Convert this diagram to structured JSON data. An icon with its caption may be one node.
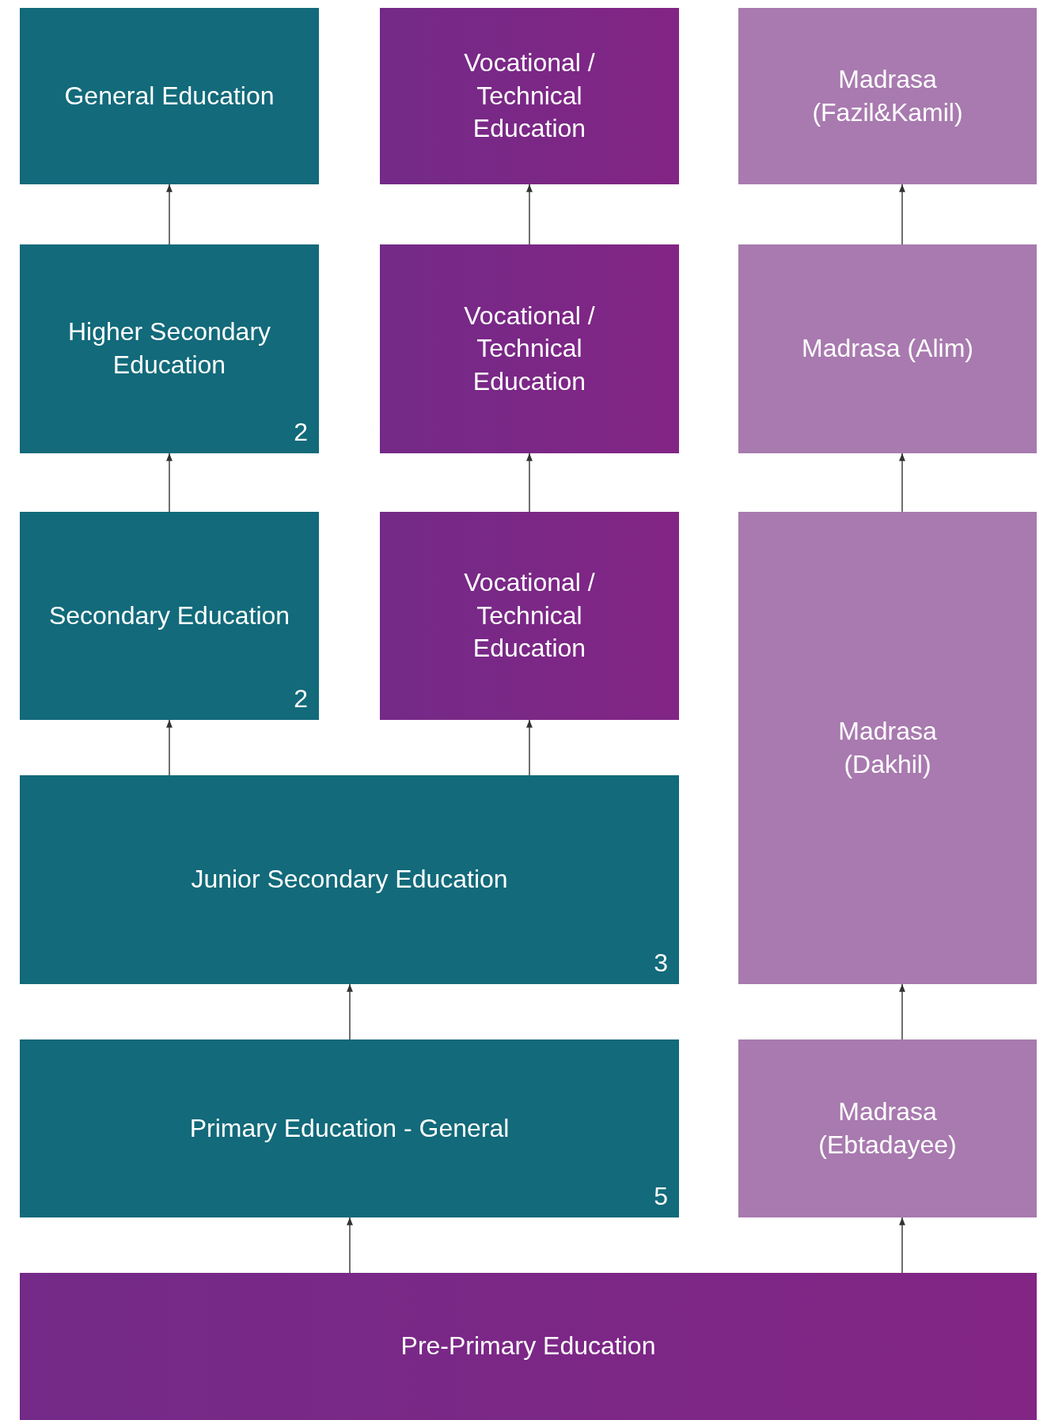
{
  "diagram": {
    "nodes": [
      {
        "text": [
          "General Education"
        ]
      },
      {
        "text": [
          "Vocational / Technical Education"
        ]
      },
      {
        "text": [
          "Madrasa (Fazil&Kamil)"
        ]
      },
      {
        "text": [
          "Higher Secondary Education",
          "2"
        ]
      },
      {
        "text": [
          "Vocational / Technical Education"
        ]
      },
      {
        "text": [
          "Madrasa (Alim)"
        ]
      },
      {
        "text": [
          "Secondary Education",
          "2"
        ]
      },
      {
        "text": [
          "Vocational / Technical Education"
        ]
      },
      {
        "text": [
          "Madrasa (Dakhil)"
        ]
      },
      {
        "text": [
          "Junior Secondary Education",
          "3"
        ]
      },
      {
        "text": [
          "Primary Education - General",
          "5"
        ]
      },
      {
        "text": [
          "Madrasa (Ebtadayee)"
        ]
      },
      {
        "text": [
          "Pre-Primary Education"
        ]
      }
    ],
    "edges": [
      {
        "from": 3,
        "to": 0,
        "arrow": "to"
      },
      {
        "from": 4,
        "to": 1,
        "arrow": "to"
      },
      {
        "from": 5,
        "to": 2,
        "arrow": "to"
      },
      {
        "from": 6,
        "to": 3,
        "arrow": "to"
      },
      {
        "from": 7,
        "to": 4,
        "arrow": "to"
      },
      {
        "from": 8,
        "to": 5,
        "arrow": "to"
      },
      {
        "from": 9,
        "to": 6,
        "arrow": "to"
      },
      {
        "from": 9,
        "to": 7,
        "arrow": "to"
      },
      {
        "from": 10,
        "to": 9,
        "arrow": "to"
      },
      {
        "from": 11,
        "to": 8,
        "arrow": "to"
      },
      {
        "from": 12,
        "to": 10,
        "arrow": "to"
      },
      {
        "from": 12,
        "to": 11,
        "arrow": "to"
      }
    ]
  }
}
